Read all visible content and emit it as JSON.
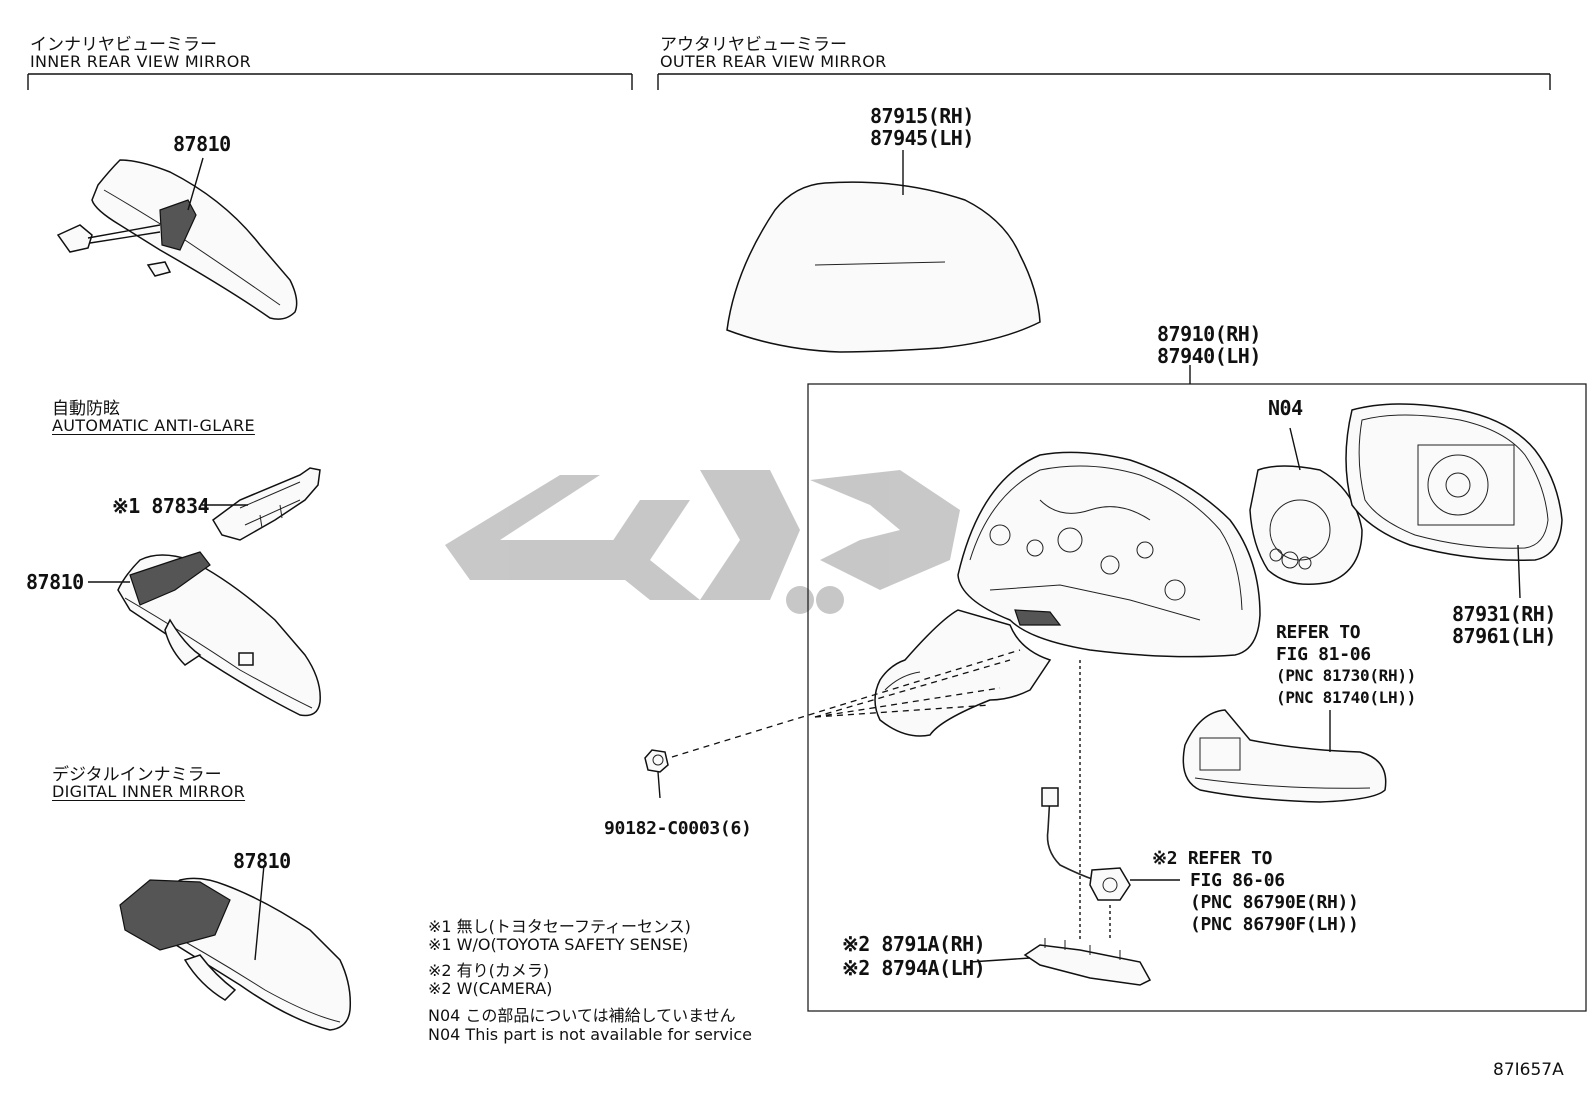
{
  "sections": {
    "inner": {
      "title_jp": "インナリヤビューミラー",
      "title_en": "INNER REAR VIEW MIRROR"
    },
    "outer": {
      "title_jp": "アウタリヤビューミラー",
      "title_en": "OUTER REAR VIEW MIRROR"
    },
    "auto": {
      "title_jp": "自動防眩",
      "title_en": "AUTOMATIC ANTI-GLARE"
    },
    "digital": {
      "title_jp": "デジタルインナミラー",
      "title_en": "DIGITAL INNER MIRROR"
    }
  },
  "labels": {
    "p87810_a": "87810",
    "p87810_b": "87810",
    "p87810_c": "87810",
    "p87834": "※1 87834",
    "p87915": "87915(RH)",
    "p87945": "87945(LH)",
    "p87910": "87910(RH)",
    "p87940": "87940(LH)",
    "n04": "N04",
    "p87931": "87931(RH)",
    "p87961": "87961(LH)",
    "p90182": "90182-C0003(6)",
    "p8791a": "※2 8791A(RH)",
    "p8794a": "※2 8794A(LH)"
  },
  "refers": {
    "r1": {
      "line1": "REFER TO",
      "line2": "FIG 81-06",
      "line3": "(PNC 81730(RH))",
      "line4": "(PNC 81740(LH))"
    },
    "r2": {
      "line1": "※2 REFER TO",
      "line2": "FIG 86-06",
      "line3": "(PNC 86790E(RH))",
      "line4": "(PNC 86790F(LH))"
    }
  },
  "notes": [
    "※1 無し(トヨタセーフティーセンス)",
    "※1 W/O(TOYOTA SAFETY SENSE)",
    "※2 有り(カメラ)",
    "※2 W(CAMERA)",
    "N04 この部品については補給していません",
    "N04 This part is not available for service"
  ],
  "figure_code": "87I657A",
  "watermark": "پارت"
}
